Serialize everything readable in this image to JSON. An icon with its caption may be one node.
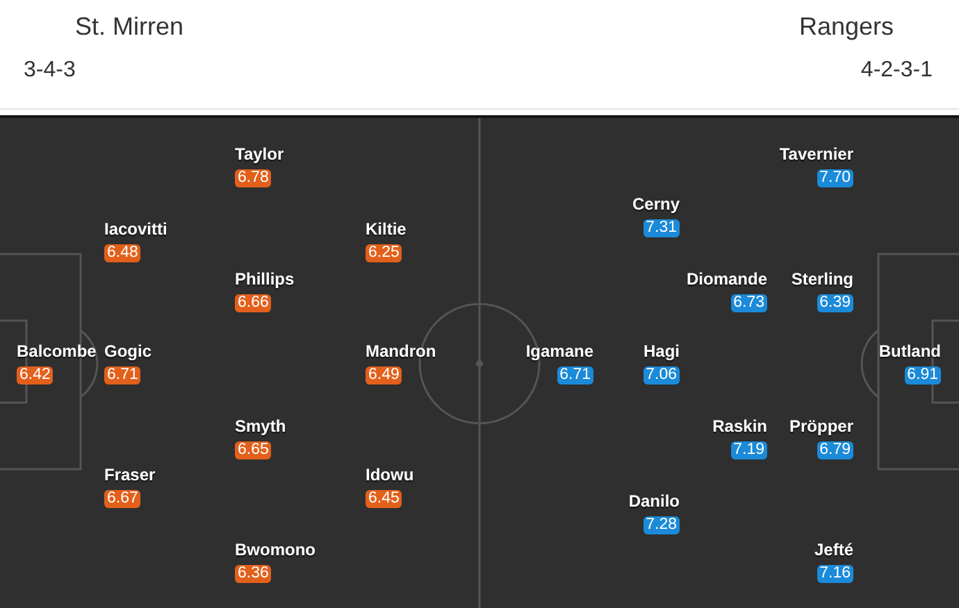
{
  "diagram": {
    "nodes": [
      {
        "text": [
          "Taylor",
          "6.78"
        ]
      },
      {
        "text": [
          "Iacovitti",
          "6.48"
        ]
      },
      {
        "text": [
          "Kiltie",
          "6.25"
        ]
      },
      {
        "text": [
          "Phillips",
          "6.66"
        ]
      },
      {
        "text": [
          "Balcombe",
          "6.42"
        ]
      },
      {
        "text": [
          "Gogic",
          "6.71"
        ]
      },
      {
        "text": [
          "Mandron",
          "6.49"
        ]
      },
      {
        "text": [
          "Smyth",
          "6.65"
        ]
      },
      {
        "text": [
          "Fraser",
          "6.67"
        ]
      },
      {
        "text": [
          "Idowu",
          "6.45"
        ]
      },
      {
        "text": [
          "Bwomono",
          "6.36"
        ]
      },
      {
        "text": [
          "Tavernier",
          "7.70"
        ]
      },
      {
        "text": [
          "Cerny",
          "7.31"
        ]
      },
      {
        "text": [
          "Diomande",
          "6.73"
        ]
      },
      {
        "text": [
          "Sterling",
          "6.39"
        ]
      },
      {
        "text": [
          "Igamane",
          "6.71"
        ]
      },
      {
        "text": [
          "Hagi",
          "7.06"
        ]
      },
      {
        "text": [
          "Butland",
          "6.91"
        ]
      },
      {
        "text": [
          "Raskin",
          "7.19"
        ]
      },
      {
        "text": [
          "Pröpper",
          "6.79"
        ]
      },
      {
        "text": [
          "Danilo",
          "7.28"
        ]
      },
      {
        "text": [
          "Jefté",
          "7.16"
        ]
      }
    ],
    "labels": [
      "St. Mirren",
      "3-4-3",
      "Rangers",
      "4-2-3-1"
    ]
  }
}
